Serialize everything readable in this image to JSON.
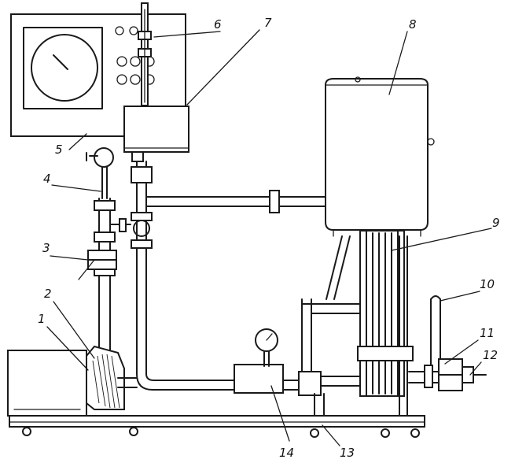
{
  "labels": {
    "l1": "1",
    "l2": "2",
    "l3": "3",
    "l4": "4",
    "l5": "5",
    "l6": "6",
    "l7": "7",
    "l8": "8",
    "l9": "9",
    "l10": "10",
    "l11": "11",
    "l12": "12",
    "l13": "13",
    "l14": "14"
  },
  "colors": {
    "ink": "#1a1a1a",
    "paper": "#ffffff"
  }
}
